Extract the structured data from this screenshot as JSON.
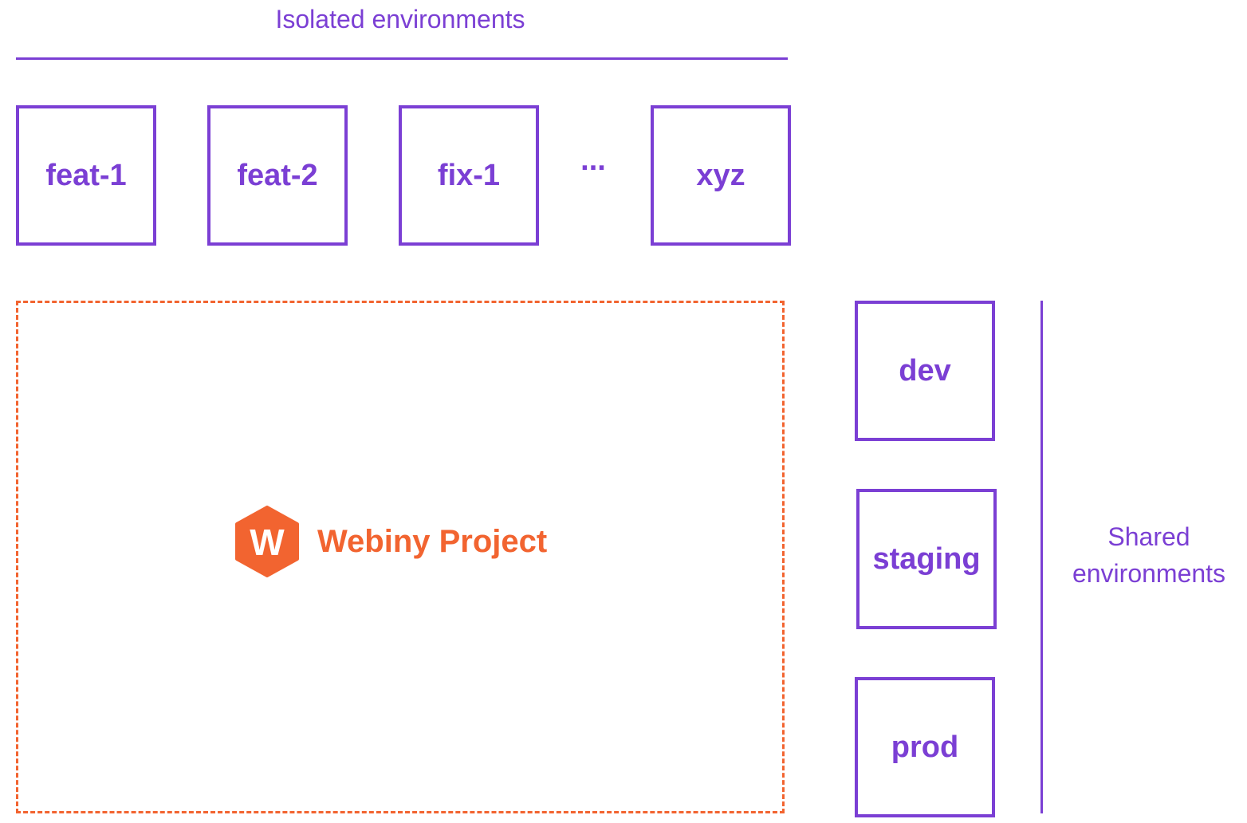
{
  "isolated": {
    "title": "Isolated environments",
    "environments": [
      "feat-1",
      "feat-2",
      "fix-1",
      "xyz"
    ],
    "ellipsis": "..."
  },
  "shared": {
    "title": "Shared environments",
    "environments": [
      "dev",
      "staging",
      "prod"
    ]
  },
  "project": {
    "title": "Webiny Project",
    "logo_icon": "webiny-logo-icon",
    "logo_letter": "W"
  },
  "colors": {
    "accent": "#7b3fd4",
    "brand": "#f26430"
  }
}
